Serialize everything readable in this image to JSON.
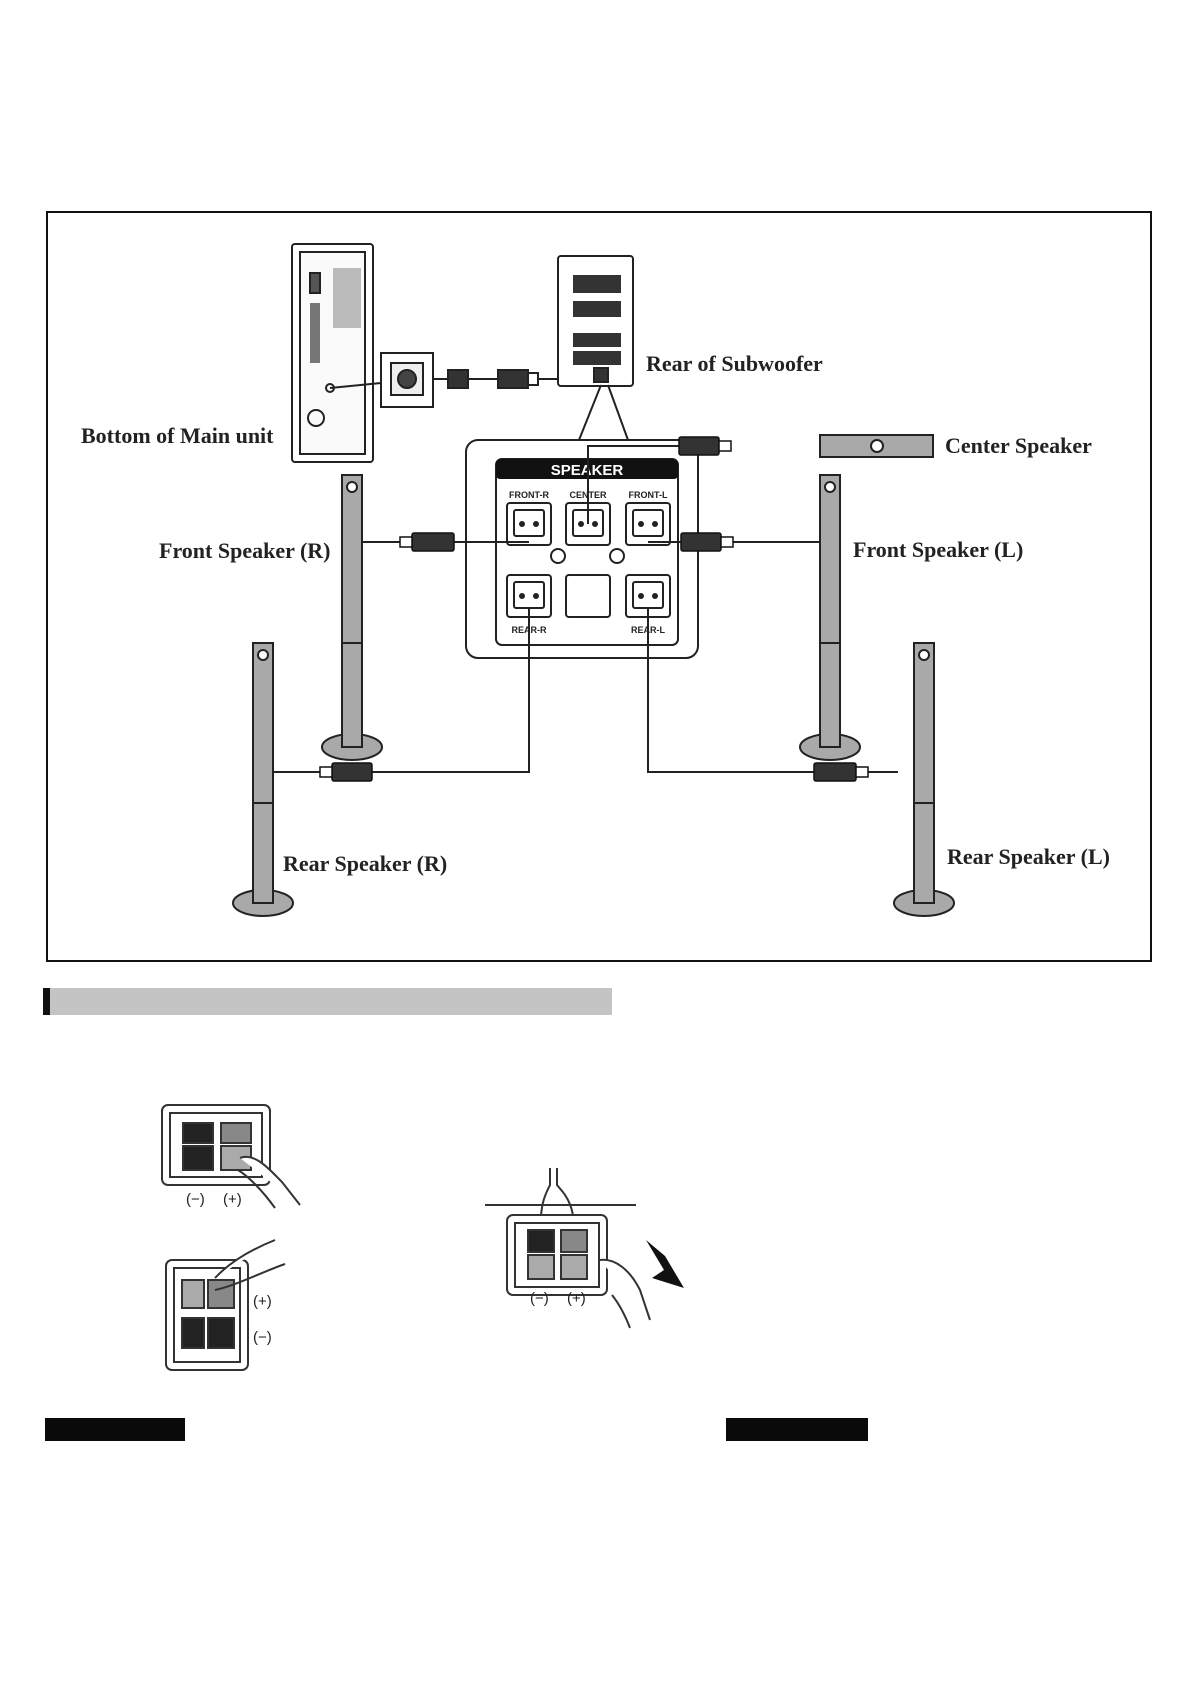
{
  "diagram": {
    "labels": {
      "main_unit": "Bottom of Main unit",
      "subwoofer": "Rear of Subwoofer",
      "center": "Center Speaker",
      "front_r": "Front Speaker (R)",
      "front_l": "Front Speaker (L)",
      "rear_r": "Rear Speaker (R)",
      "rear_l": "Rear Speaker (L)"
    },
    "panel": {
      "title": "SPEAKER",
      "front_r": "FRONT-R",
      "center": "CENTER",
      "front_l": "FRONT-L",
      "rear_r": "REAR-R",
      "rear_l": "REAR-L"
    }
  },
  "polarity": {
    "minus": "(−)",
    "plus": "(+)"
  },
  "colors": {
    "speaker_gray": "#a9a9a9",
    "section_bar": "#c4c4c4",
    "tab_black": "#0a0a0a"
  }
}
